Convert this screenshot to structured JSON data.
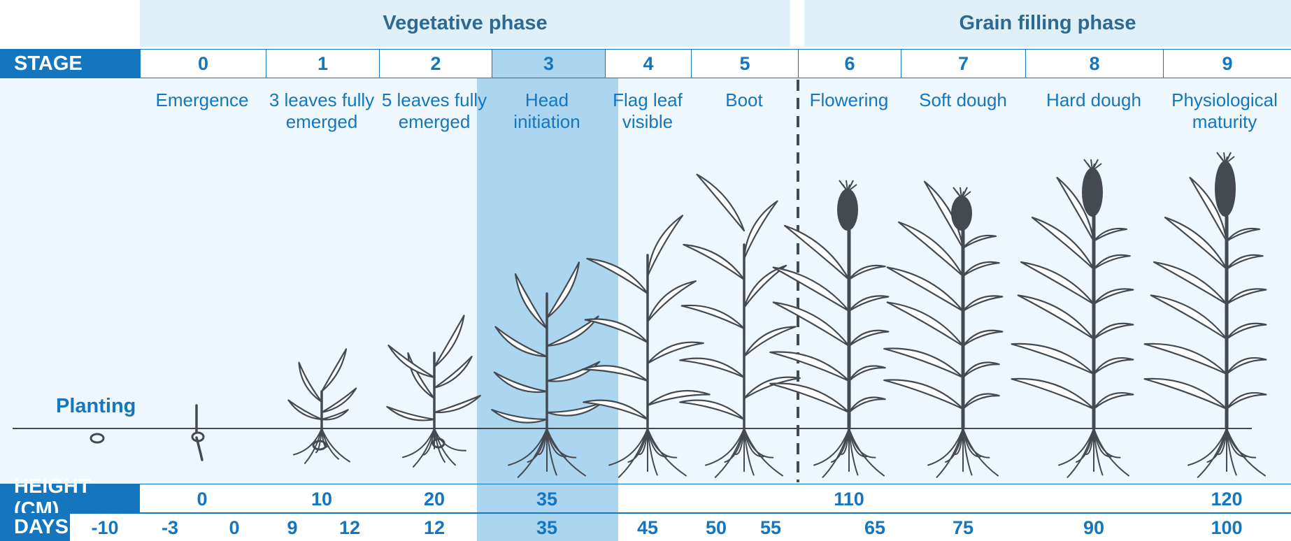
{
  "phases": {
    "vegetative": "Vegetative phase",
    "grain_filling": "Grain filling phase"
  },
  "row_labels": {
    "stage": "STAGE",
    "height": "HEIGHT (CM)",
    "days": "DAYS"
  },
  "planting_label": "Planting",
  "stages": [
    {
      "number": "0",
      "name": "Emergence"
    },
    {
      "number": "1",
      "name": "3 leaves fully emerged"
    },
    {
      "number": "2",
      "name": "5 leaves fully emerged"
    },
    {
      "number": "3",
      "name": "Head initiation"
    },
    {
      "number": "4",
      "name": "Flag leaf visible"
    },
    {
      "number": "5",
      "name": "Boot"
    },
    {
      "number": "6",
      "name": "Flowering"
    },
    {
      "number": "7",
      "name": "Soft dough"
    },
    {
      "number": "8",
      "name": "Hard dough"
    },
    {
      "number": "9",
      "name": "Physiological maturity"
    }
  ],
  "heights": [
    "0",
    "10",
    "20",
    "35",
    "110",
    "120"
  ],
  "days": [
    "-10",
    "-3",
    "0",
    "9",
    "12",
    "12",
    "35",
    "45",
    "50",
    "55",
    "65",
    "75",
    "90",
    "100"
  ],
  "colors": {
    "header_blue": "#1476be",
    "phase_band": "#dff0f9",
    "phase_text": "#2c6a93",
    "panel": "#eef7fd",
    "highlight": "#acd5ef",
    "plant": "#444a4f"
  },
  "highlighted_stage": "3"
}
